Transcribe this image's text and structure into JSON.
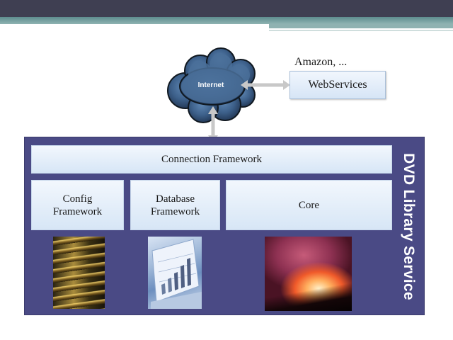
{
  "diagram": {
    "cloud_label": "Internet",
    "provider_label": "Amazon, ...",
    "webservices_label": "WebServices",
    "connection_label": "Connection Framework",
    "config_label_line1": "Config",
    "config_label_line2": "Framework",
    "database_label_line1": "Database",
    "database_label_line2": "Framework",
    "core_label": "Core",
    "service_title": "DVD Library Service"
  },
  "colors": {
    "panel": "#4a4a85",
    "header_bar": "#3f3f52",
    "accent_teal": "#6d9a9b",
    "box_fill": "#e4eefa",
    "cloud": "#3f5f86"
  }
}
